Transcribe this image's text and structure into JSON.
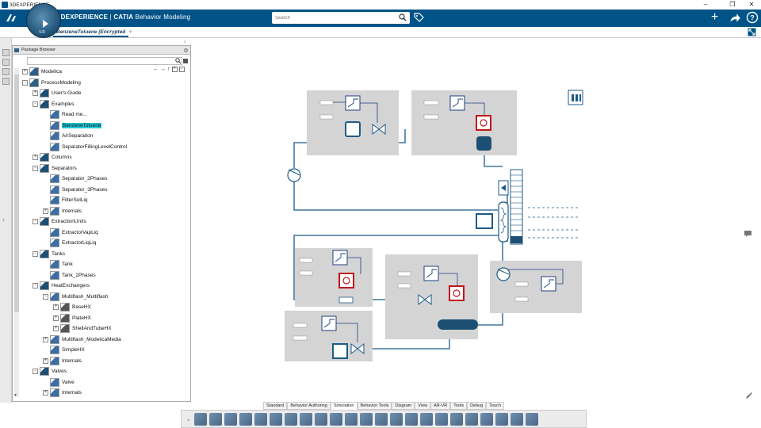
{
  "window": {
    "title": "3DEXPERIENCE"
  },
  "app": {
    "brand_prefix": "3DEXPERIENCE",
    "brand_sep": " | ",
    "brand_product": "CATIA",
    "brand_app": "Behavior Modeling",
    "compass_version": "V.R"
  },
  "search": {
    "placeholder": "Search"
  },
  "tab": {
    "label": "BenzeneToluene (Encrypted"
  },
  "panel": {
    "title": "Package Browser"
  },
  "tree": [
    {
      "label": "Modelica",
      "depth": 0,
      "expander": "+"
    },
    {
      "label": "ProcessModeling",
      "depth": 0,
      "expander": "-"
    },
    {
      "label": "User's Guide",
      "depth": 1,
      "expander": "+"
    },
    {
      "label": "Examples",
      "depth": 1,
      "expander": "-"
    },
    {
      "label": "Read me...",
      "depth": 2,
      "expander": ""
    },
    {
      "label": "BenzeneToluene",
      "depth": 2,
      "expander": "",
      "selected": true
    },
    {
      "label": "AirSeparation",
      "depth": 2,
      "expander": ""
    },
    {
      "label": "SeparatorFillingLevelControl",
      "depth": 2,
      "expander": ""
    },
    {
      "label": "Columns",
      "depth": 1,
      "expander": "+"
    },
    {
      "label": "Separators",
      "depth": 1,
      "expander": "-"
    },
    {
      "label": "Separator_2Phases",
      "depth": 2,
      "expander": ""
    },
    {
      "label": "Separator_3Phases",
      "depth": 2,
      "expander": ""
    },
    {
      "label": "FilterSolLiq",
      "depth": 2,
      "expander": ""
    },
    {
      "label": "Internals",
      "depth": 2,
      "expander": "+"
    },
    {
      "label": "ExtractionUnits",
      "depth": 1,
      "expander": "-"
    },
    {
      "label": "ExtractorVapLiq",
      "depth": 2,
      "expander": ""
    },
    {
      "label": "ExtractorLiqLiq",
      "depth": 2,
      "expander": ""
    },
    {
      "label": "Tanks",
      "depth": 1,
      "expander": "-"
    },
    {
      "label": "Tank",
      "depth": 2,
      "expander": ""
    },
    {
      "label": "Tank_2Phases",
      "depth": 2,
      "expander": ""
    },
    {
      "label": "HeatExchangers",
      "depth": 1,
      "expander": "-"
    },
    {
      "label": "Multiflash_Multiflash",
      "depth": 2,
      "expander": "-"
    },
    {
      "label": "BaseHX",
      "depth": 3,
      "expander": "+"
    },
    {
      "label": "PlateHX",
      "depth": 3,
      "expander": "+"
    },
    {
      "label": "ShellAndTubeHX",
      "depth": 3,
      "expander": "+"
    },
    {
      "label": "Multiflash_ModelicaMedia",
      "depth": 2,
      "expander": "+"
    },
    {
      "label": "SimpleHX",
      "depth": 2,
      "expander": ""
    },
    {
      "label": "Internals",
      "depth": 2,
      "expander": "+"
    },
    {
      "label": "Valves",
      "depth": 1,
      "expander": "-"
    },
    {
      "label": "Valve",
      "depth": 2,
      "expander": ""
    },
    {
      "label": "Internals",
      "depth": 2,
      "expander": "+"
    }
  ],
  "action_tabs": [
    "Standard",
    "Behavior Authoring",
    "Simulation",
    "Behavior Tools",
    "Diagram",
    "View",
    "AR-VR",
    "Tools",
    "Debug",
    "Touch"
  ],
  "active_action_tab": "Simulation",
  "colors": {
    "appbar": "#005386",
    "selection": "#21c9d6",
    "pipe": "#1c5a85",
    "valve_red": "#c0161b",
    "block_bg": "#d4d4d4"
  }
}
